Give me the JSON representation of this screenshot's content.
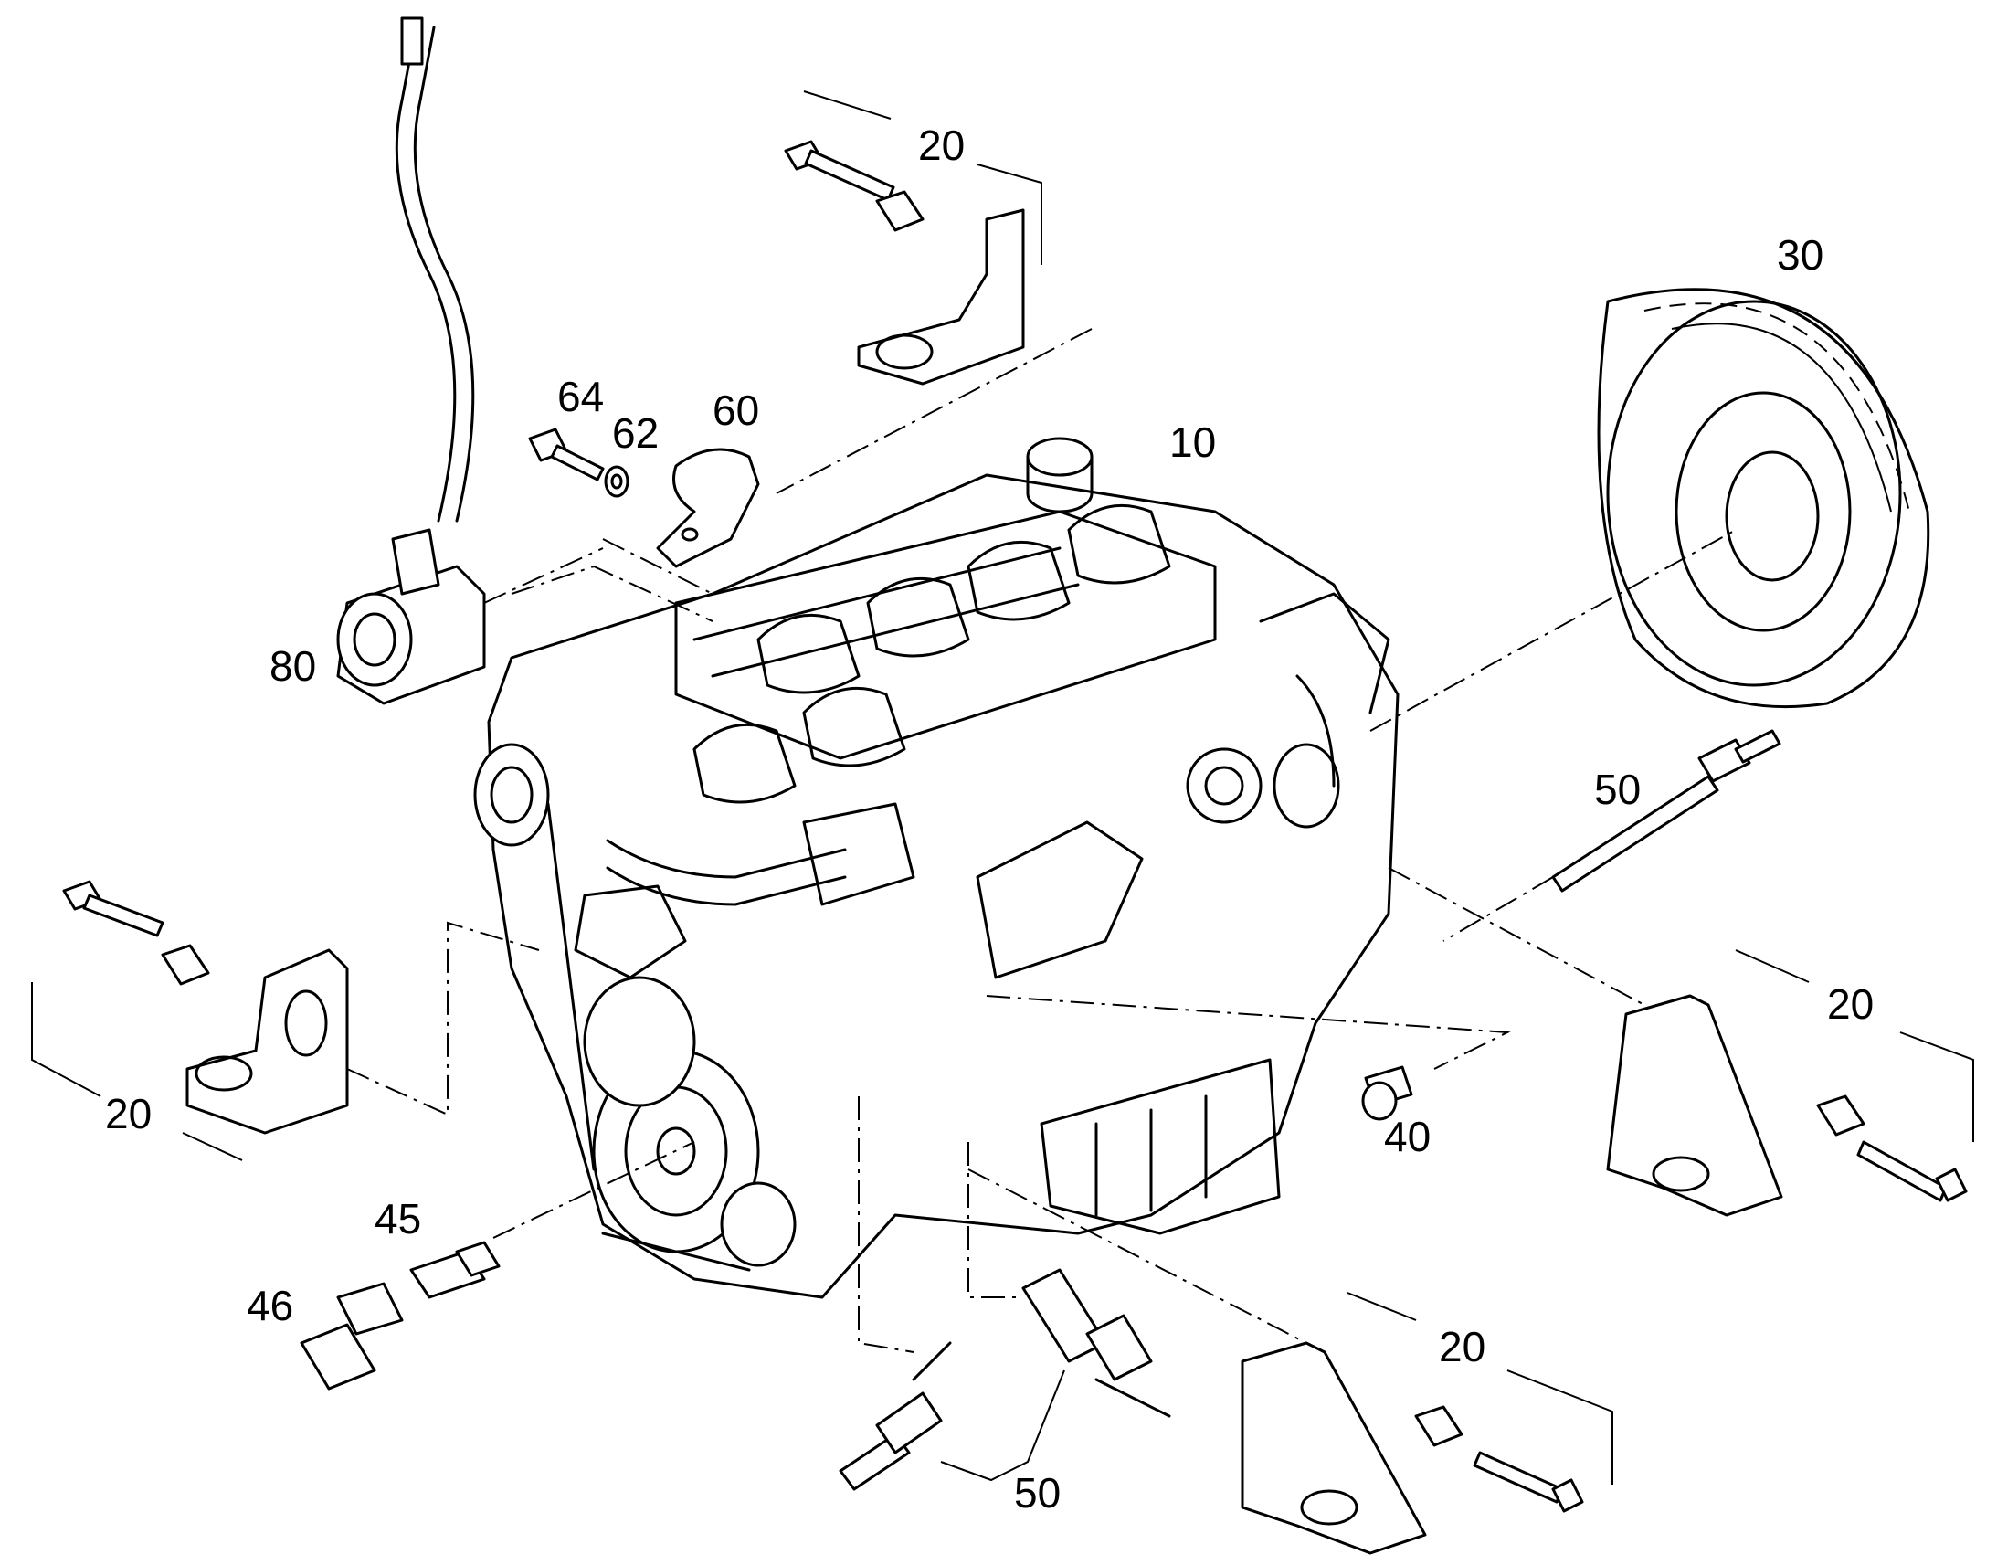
{
  "callouts": {
    "c10": "10",
    "c20_top": "20",
    "c20_left": "20",
    "c20_right": "20",
    "c20_bottom": "20",
    "c30": "30",
    "c40": "40",
    "c45": "45",
    "c46": "46",
    "c50_right": "50",
    "c50_bottom": "50",
    "c60": "60",
    "c62": "62",
    "c64": "64",
    "c80": "80"
  }
}
